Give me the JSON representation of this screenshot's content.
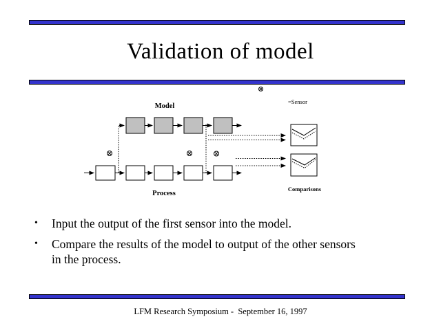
{
  "slide": {
    "title": "Validation of model",
    "footer": "LFM Research Symposium -  September 16, 1997",
    "accent_color": "#3333CC",
    "bullet_char": "•"
  },
  "diagram": {
    "model_label": "Model",
    "process_label": "Process",
    "comparisons_label": "Comparisons",
    "sensor_legend": "=Sensor",
    "sensor_icon": "circle-x-sensor-icon",
    "model_box_count": 4,
    "process_box_count": 5,
    "comparison_box_count": 2,
    "model_box_fill": "#C0C0C0",
    "process_box_fill": "#FFFFFF"
  },
  "bullets": [
    {
      "text": "Input the output of the first sensor into the model."
    },
    {
      "text": "Compare the results of the model to output of the other sensors\nin the process."
    }
  ]
}
